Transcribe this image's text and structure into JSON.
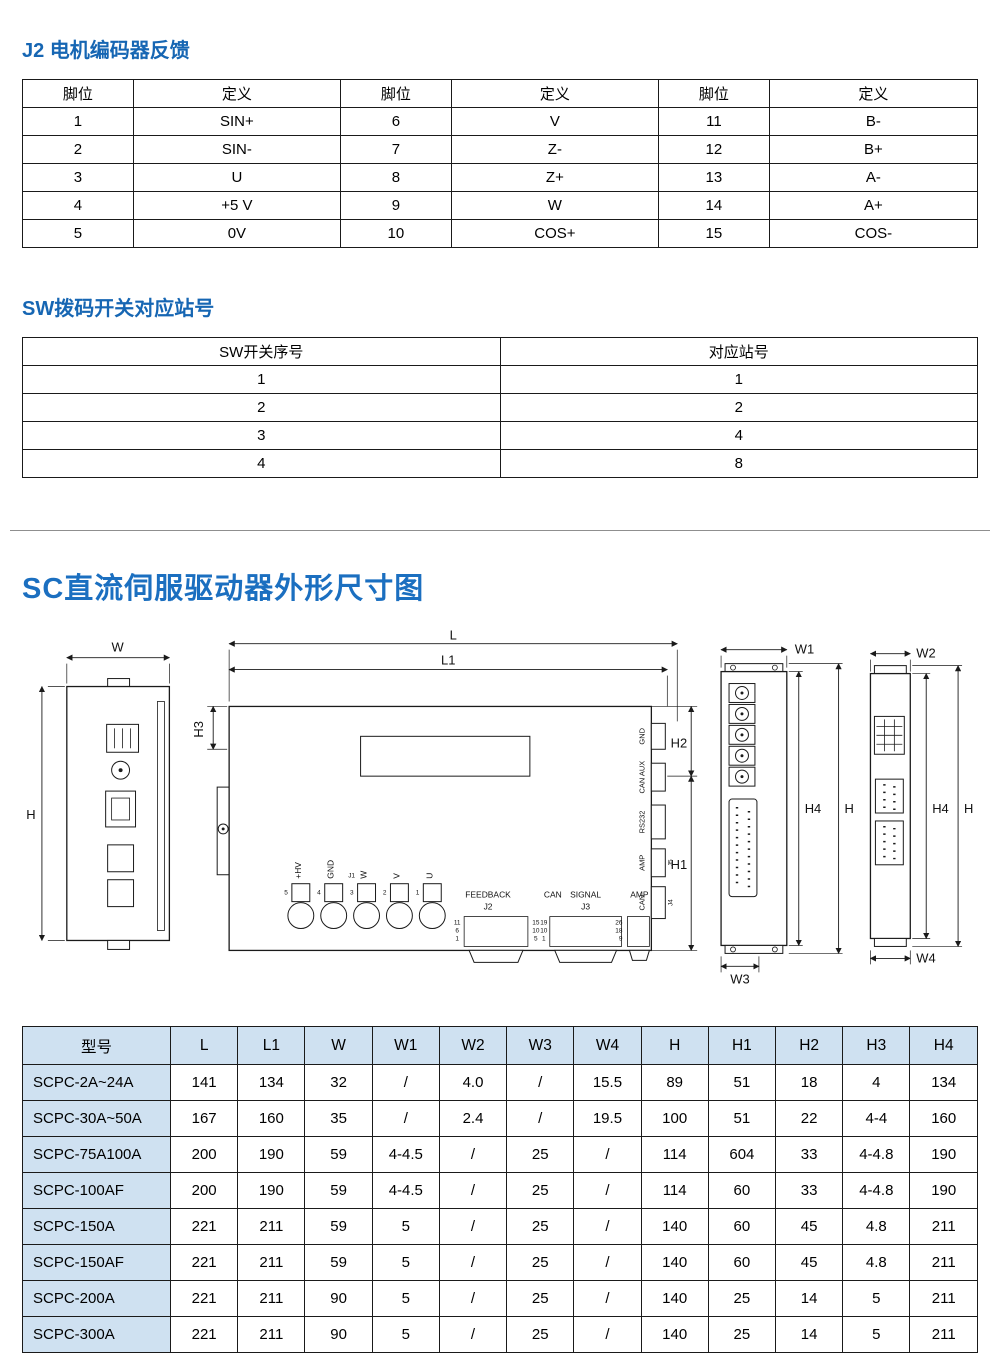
{
  "sections": {
    "encoder": {
      "title": "J2 电机编码器反馈"
    },
    "sw": {
      "title": "SW拨码开关对应站号"
    },
    "dimensions": {
      "title": "SC直流伺服驱动器外形尺寸图"
    }
  },
  "encoder_table": {
    "headers": [
      "脚位",
      "定义",
      "脚位",
      "定义",
      "脚位",
      "定义"
    ],
    "rows": [
      [
        "1",
        "SIN+",
        "6",
        "V",
        "11",
        "B-"
      ],
      [
        "2",
        "SIN-",
        "7",
        "Z-",
        "12",
        "B+"
      ],
      [
        "3",
        "U",
        "8",
        "Z+",
        "13",
        "A-"
      ],
      [
        "4",
        "+5 V",
        "9",
        "W",
        "14",
        "A+"
      ],
      [
        "5",
        "0V",
        "10",
        "COS+",
        "15",
        "COS-"
      ]
    ]
  },
  "sw_table": {
    "headers": [
      "SW开关序号",
      "对应站号"
    ],
    "rows": [
      [
        "1",
        "1"
      ],
      [
        "2",
        "2"
      ],
      [
        "3",
        "4"
      ],
      [
        "4",
        "8"
      ]
    ]
  },
  "dimension_table": {
    "headers": [
      "型号",
      "L",
      "L1",
      "W",
      "W1",
      "W2",
      "W3",
      "W4",
      "H",
      "H1",
      "H2",
      "H3",
      "H4"
    ],
    "rows": [
      [
        "SCPC-2A~24A",
        "141",
        "134",
        "32",
        "/",
        "4.0",
        "/",
        "15.5",
        "89",
        "51",
        "18",
        "4",
        "134"
      ],
      [
        "SCPC-30A~50A",
        "167",
        "160",
        "35",
        "/",
        "2.4",
        "/",
        "19.5",
        "100",
        "51",
        "22",
        "4-4",
        "160"
      ],
      [
        "SCPC-75A100A",
        "200",
        "190",
        "59",
        "4-4.5",
        "/",
        "25",
        "/",
        "114",
        "604",
        "33",
        "4-4.8",
        "190"
      ],
      [
        "SCPC-100AF",
        "200",
        "190",
        "59",
        "4-4.5",
        "/",
        "25",
        "/",
        "114",
        "60",
        "33",
        "4-4.8",
        "190"
      ],
      [
        "SCPC-150A",
        "221",
        "211",
        "59",
        "5",
        "/",
        "25",
        "/",
        "140",
        "60",
        "45",
        "4.8",
        "211"
      ],
      [
        "SCPC-150AF",
        "221",
        "211",
        "59",
        "5",
        "/",
        "25",
        "/",
        "140",
        "60",
        "45",
        "4.8",
        "211"
      ],
      [
        "SCPC-200A",
        "221",
        "211",
        "90",
        "5",
        "/",
        "25",
        "/",
        "140",
        "25",
        "14",
        "5",
        "211"
      ],
      [
        "SCPC-300A",
        "221",
        "211",
        "90",
        "5",
        "/",
        "25",
        "/",
        "140",
        "25",
        "14",
        "5",
        "211"
      ]
    ]
  },
  "diagram": {
    "dims": {
      "W": "W",
      "H": "H",
      "L": "L",
      "L1": "L1",
      "H1": "H1",
      "H2": "H2",
      "H3": "H3",
      "H4": "H4",
      "W1": "W1",
      "W2": "W2",
      "W3": "W3",
      "W4": "W4"
    },
    "terminal_labels": [
      "+HV",
      "GND",
      "W",
      "V",
      "U"
    ],
    "connector_labels": {
      "j1": "J1",
      "feedback": "FEEDBACK",
      "j2": "J2",
      "can": "CAN",
      "signal": "SIGNAL",
      "j3": "J3",
      "amp": "AMP"
    },
    "side_labels": {
      "gnd": "GND",
      "can_aux": "CAN AUX",
      "rs232": "RS232",
      "amp": "AMP",
      "j5": "J5",
      "can": "CAN",
      "j4": "J4"
    },
    "pin_numbers": {
      "j1": [
        "5",
        "4",
        "3",
        "2",
        "1"
      ],
      "j2_left": [
        "11",
        "6",
        "1"
      ],
      "j2_right": [
        "15",
        "10",
        "5"
      ],
      "j3_left": [
        "19",
        "10",
        "1"
      ],
      "amp_right": [
        "26",
        "18",
        "9"
      ]
    }
  },
  "colors": {
    "heading_blue": "#1666b3",
    "table_header_bg": "#cfe1f1"
  }
}
